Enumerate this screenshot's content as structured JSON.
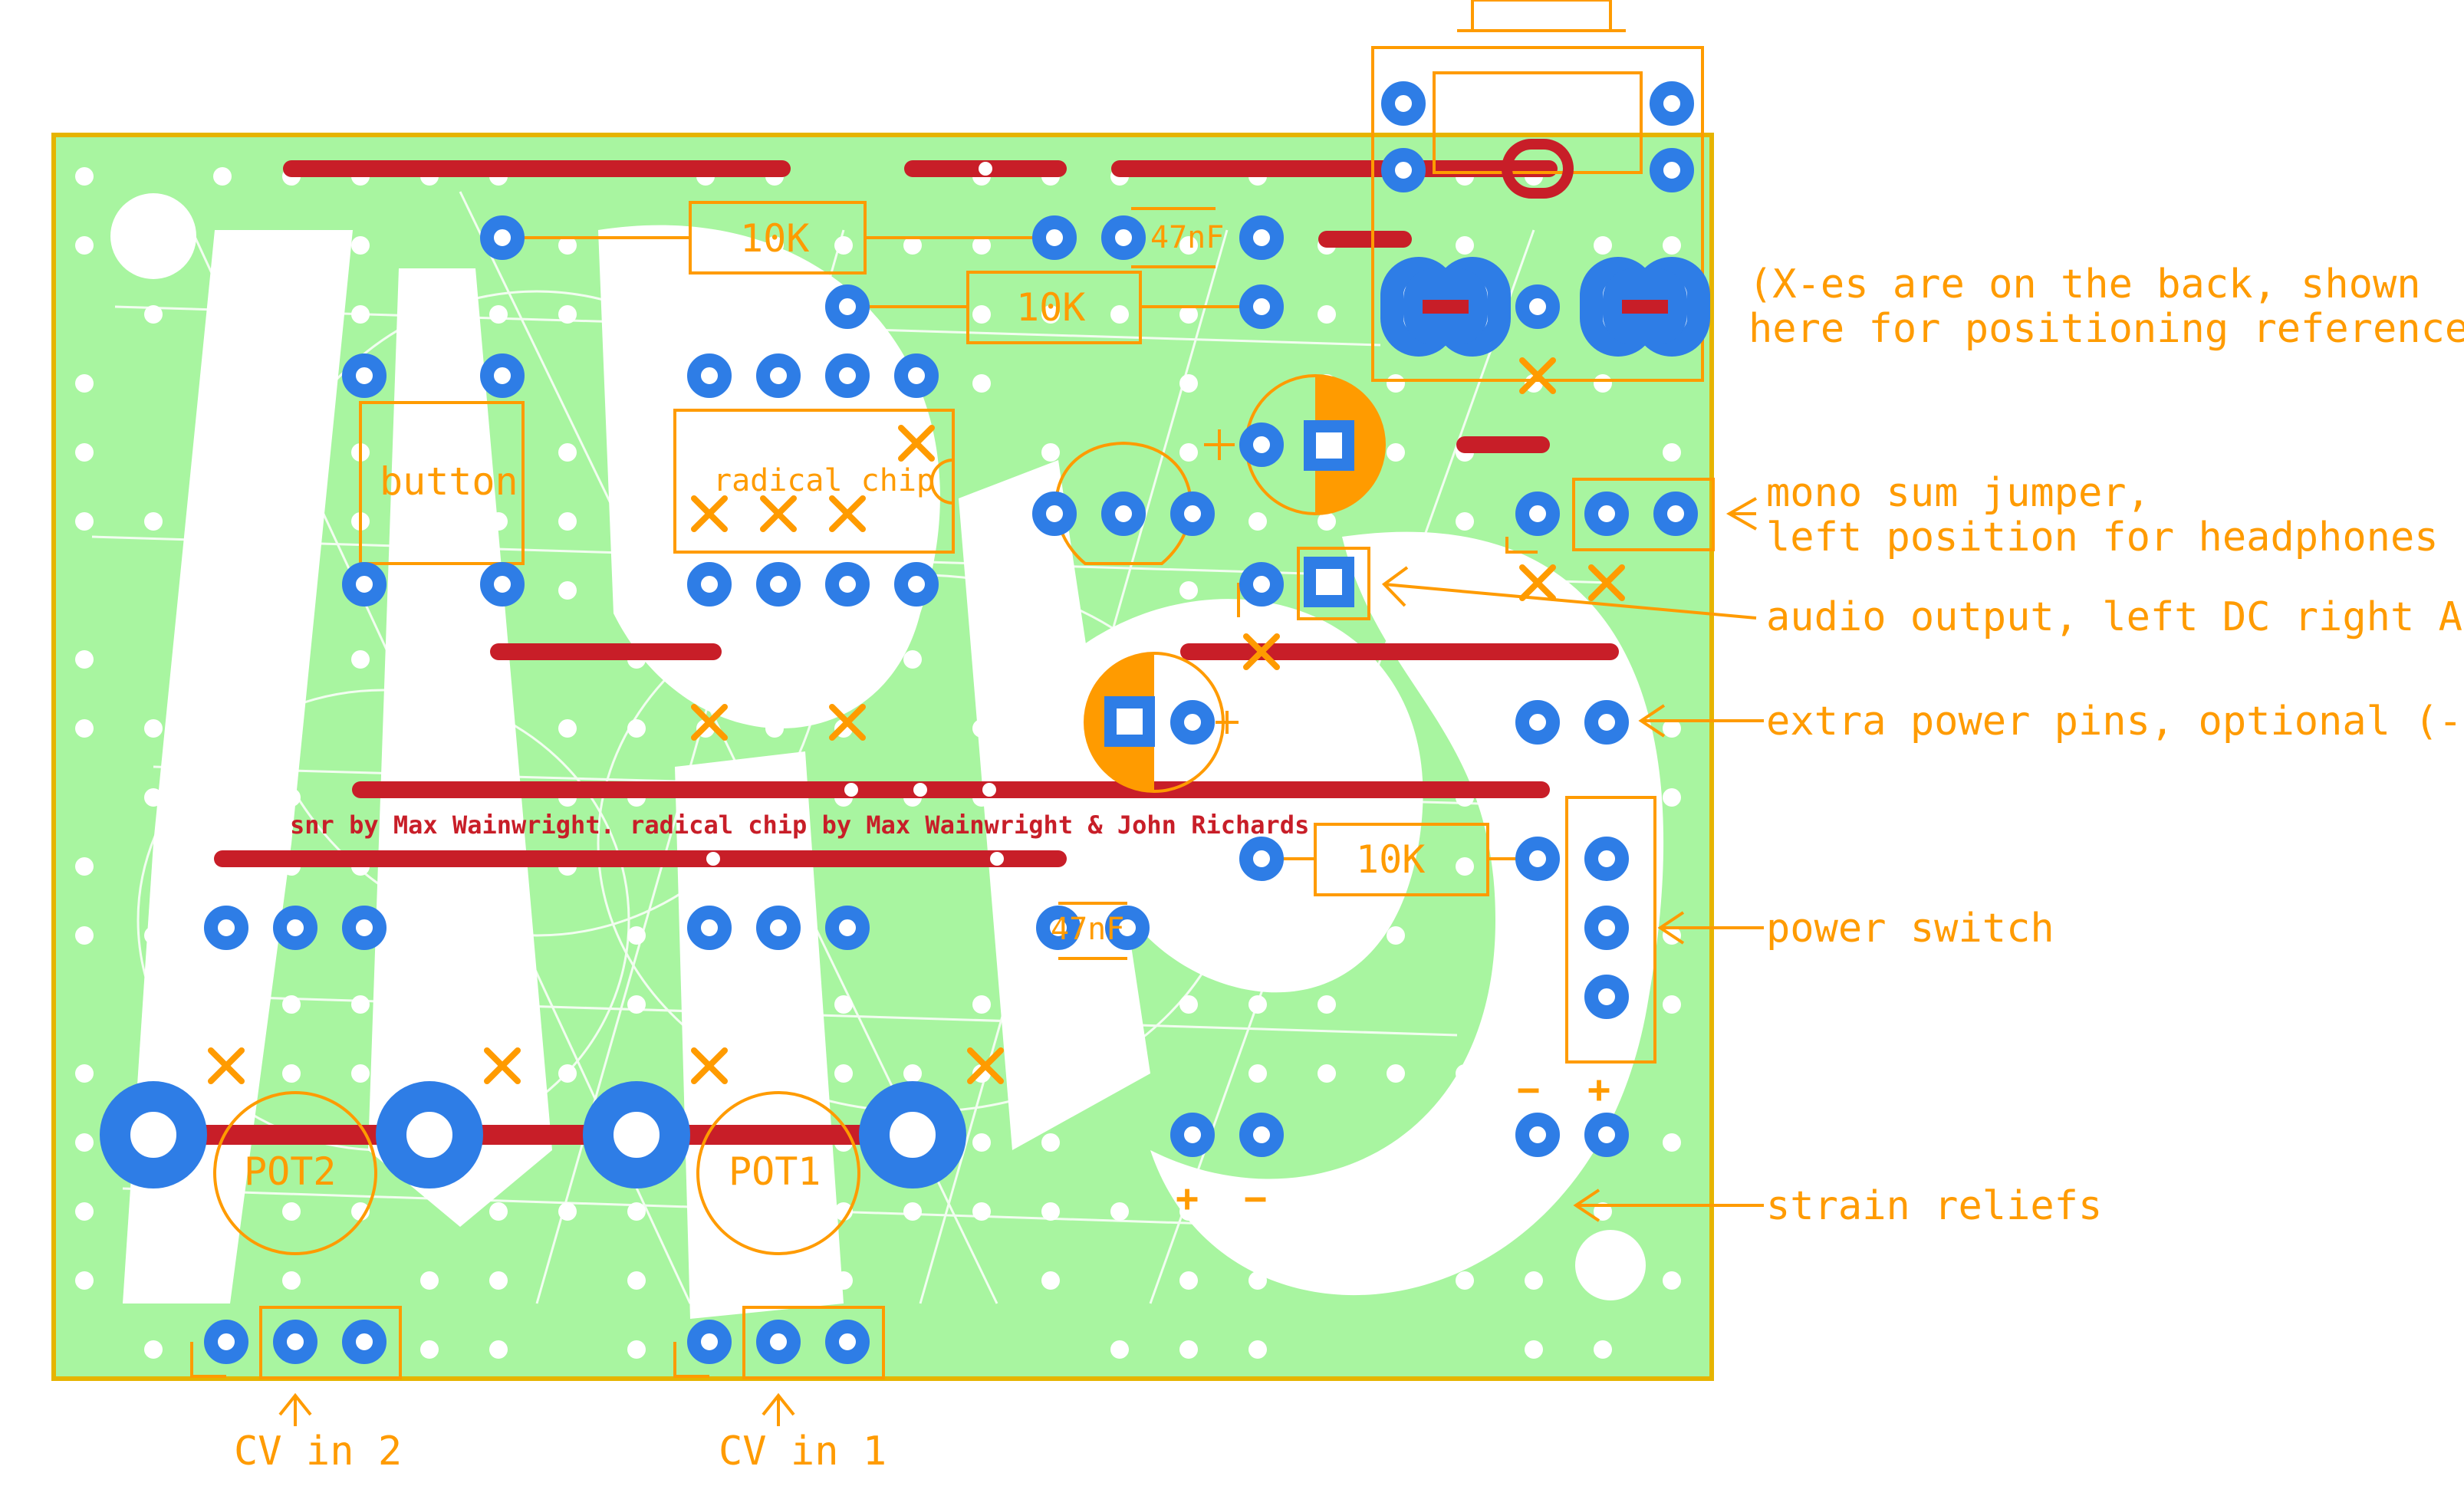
{
  "colors": {
    "board_fill": "#a8f5a0",
    "board_edge": "#e6b400",
    "silkscreen": "#ff9b00",
    "pad": "#2e7de6",
    "trace": "#c81e28",
    "art_lines": "#ffffff"
  },
  "annotations": {
    "x_note_line1": "(X-es are on the back, shown",
    "x_note_line2": "here for positioning reference.)",
    "mono_jumper_line1": "mono sum jumper,",
    "mono_jumper_line2": "left position for headphones",
    "audio_output": "audio output, left DC right AC",
    "extra_power": "extra power pins, optional (-/+)",
    "power_switch": "power switch",
    "strain_reliefs": "strain reliefs",
    "cv_in_2": "CV in 2",
    "cv_in_1": "CV in 1"
  },
  "components": {
    "r1": "10K",
    "r2": "10K",
    "r3": "10K",
    "c1": "47nF",
    "c2": "47nF",
    "button": "button",
    "chip": "radical chip",
    "pot2": "POT2",
    "pot1": "POT1",
    "plus": "+",
    "minus": "−"
  },
  "credit": "snr by Max Wainwright. radical chip by Max Wainwright & John Richards"
}
